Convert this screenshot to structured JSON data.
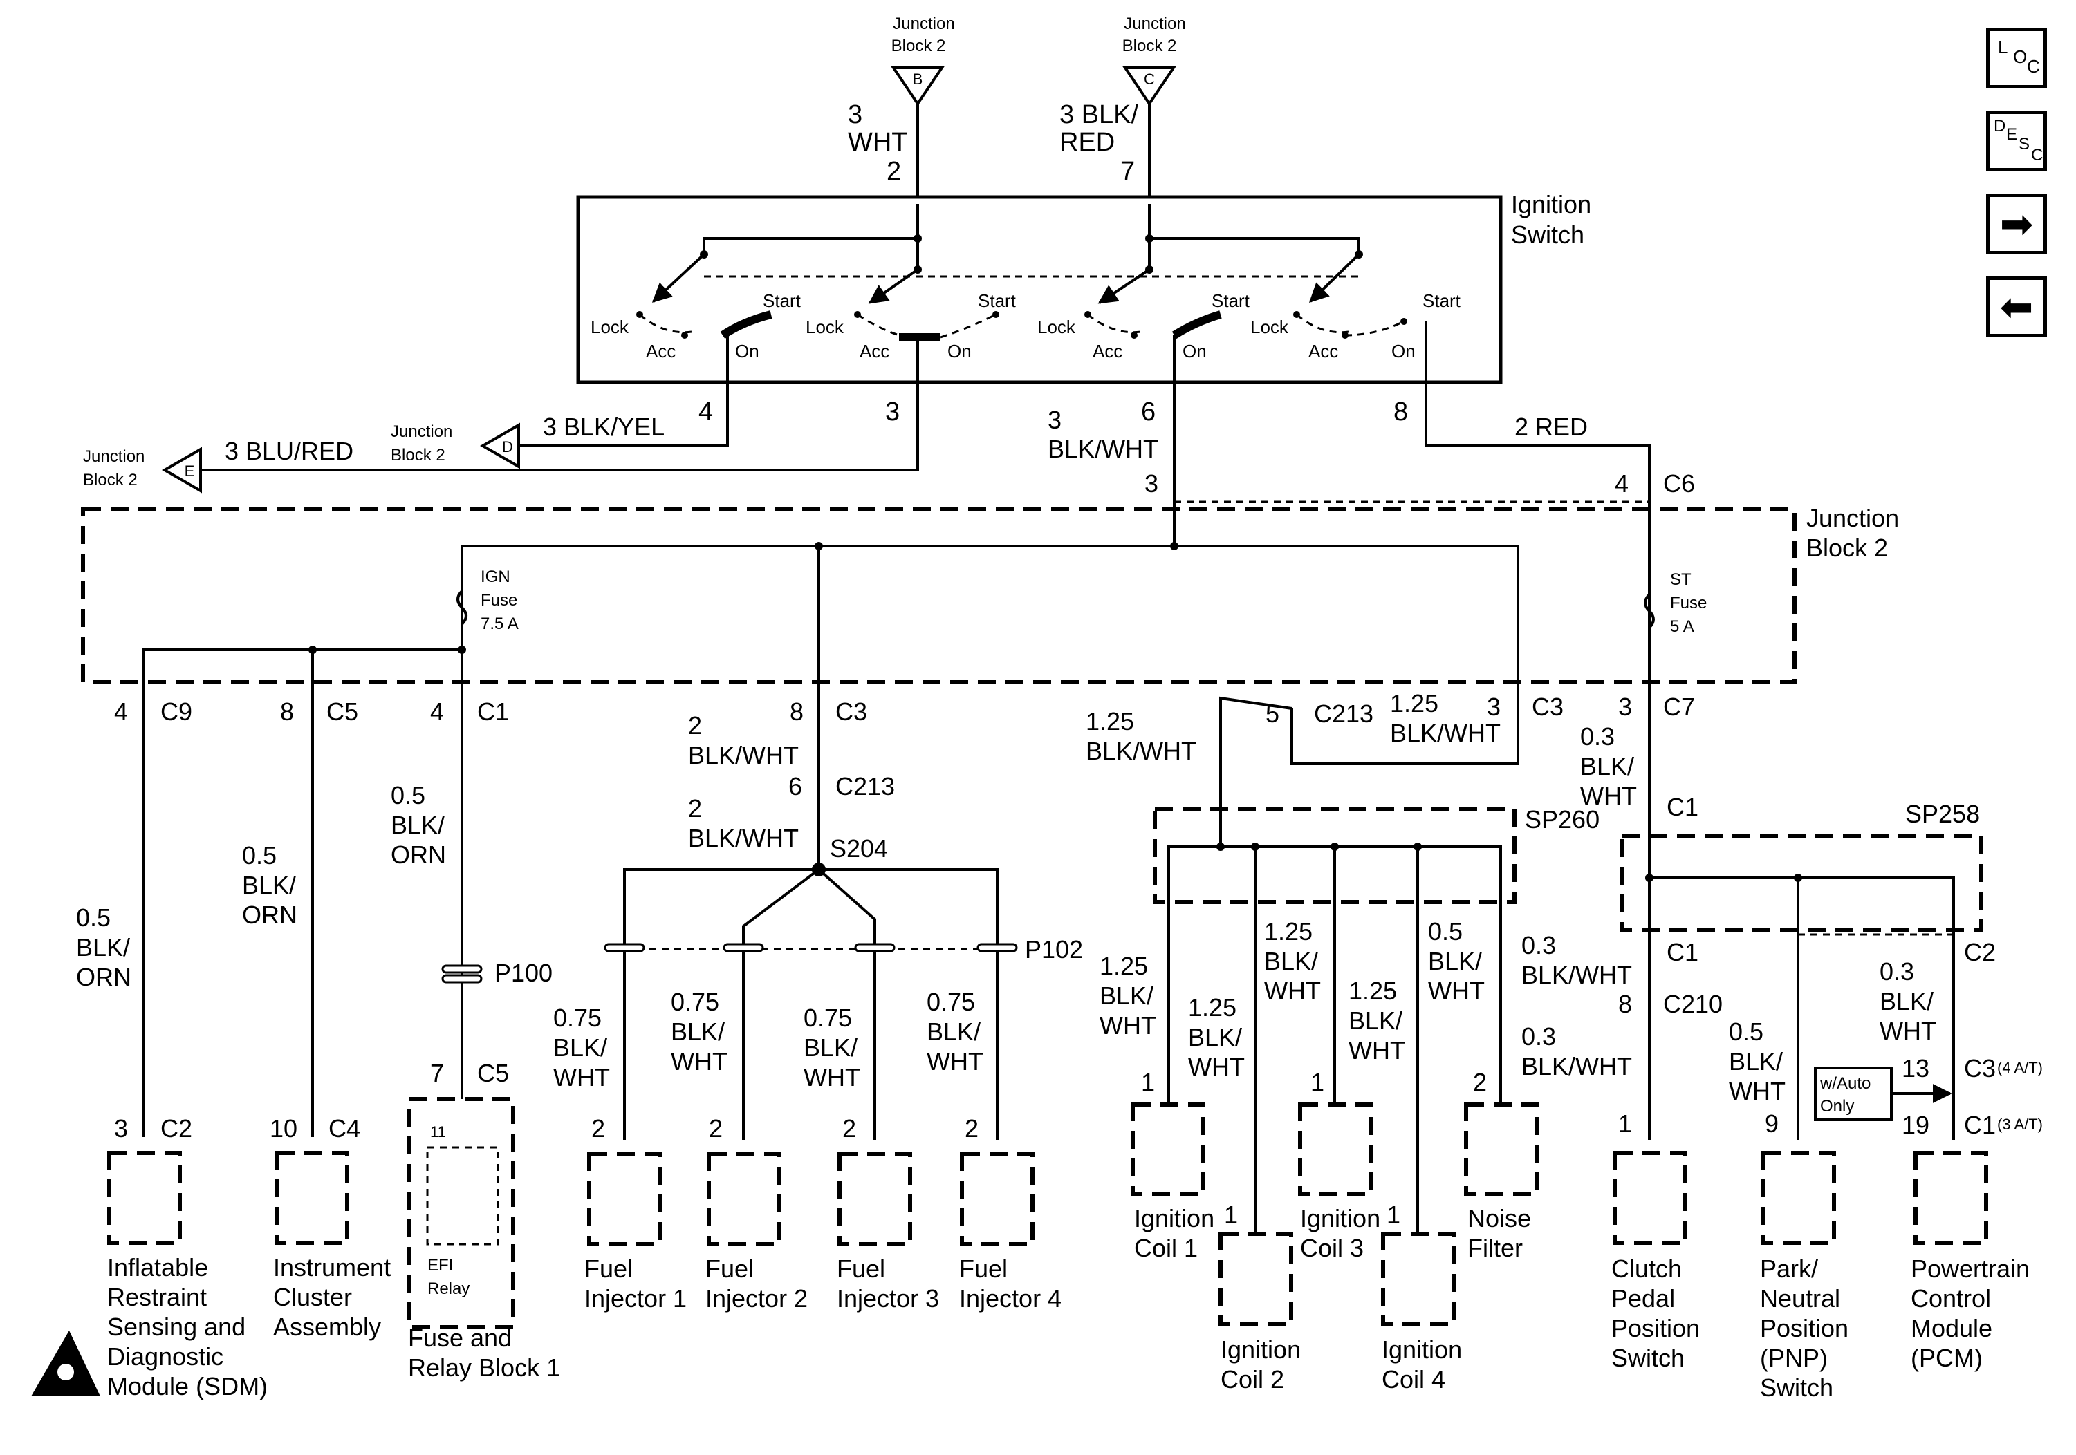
{
  "nav": {
    "loc": [
      "L",
      "O",
      "C"
    ],
    "desc": [
      "D",
      "E",
      "S",
      "C"
    ],
    "next": "➡",
    "prev": "⬅"
  },
  "labels": {
    "jb2": "Junction",
    "jb2b": "Block 2",
    "conn_b": "B",
    "conn_c": "C",
    "conn_d": "D",
    "conn_e": "E",
    "wire_3": "3",
    "wht": "WHT",
    "pin_2": "2",
    "blk_red_1": "3 BLK/",
    "blk_red_2": "RED",
    "pin_7": "7",
    "ign_switch_1": "Ignition",
    "ign_switch_2": "Switch",
    "lock": "Lock",
    "acc": "Acc",
    "on": "On",
    "start": "Start",
    "pin_4": "4",
    "pin_3": "3",
    "pin_6": "6",
    "pin_8": "8",
    "blk_yel": "3 BLK/YEL",
    "blu_red": "3 BLU/RED",
    "blk_wht_3a": "3",
    "blk_wht_3b": "BLK/WHT",
    "red_2": "2 RED",
    "c6": "C6",
    "jb2_title_1": "Junction",
    "jb2_title_2": "Block 2",
    "ign_fuse_1": "IGN",
    "ign_fuse_2": "Fuse",
    "ign_fuse_3": "7.5 A",
    "st_fuse_1": "ST",
    "st_fuse_2": "Fuse",
    "st_fuse_3": "5 A",
    "c9": "C9",
    "c5": "C5",
    "c1": "C1",
    "c3": "C3",
    "c7": "C7",
    "c213": "C213",
    "c2": "C2",
    "c4": "C4",
    "c210": "C210",
    "pin_5": "5",
    "pin_1": "1",
    "pin_9": "9",
    "pin_10": "10",
    "pin_11": "11",
    "pin_13": "13",
    "pin_19": "19",
    "w05": "0.5",
    "blk_": "BLK/",
    "orn": "ORN",
    "w2": "2",
    "blk_wht": "BLK/WHT",
    "w125": "1.25",
    "w03": "0.3",
    "w075": "0.75",
    "wht2": "WHT",
    "s204": "S204",
    "p100": "P100",
    "p102": "P102",
    "sp260": "SP260",
    "sp258": "SP258",
    "c3_4at": "C3",
    "c3_4at_sub": "(4 A/T)",
    "c1_3at": "C1",
    "c1_3at_sub": "(3 A/T)",
    "w_auto_1": "w/Auto",
    "w_auto_2": "Only",
    "efi_1": "EFI",
    "efi_2": "Relay"
  },
  "components": {
    "sdm": [
      "Inflatable",
      "Restraint",
      "Sensing and",
      "Diagnostic",
      "Module (SDM)"
    ],
    "cluster": [
      "Instrument",
      "Cluster",
      "Assembly"
    ],
    "fuse_relay": [
      "Fuse and",
      "Relay Block 1"
    ],
    "inj1": [
      "Fuel",
      "Injector 1"
    ],
    "inj2": [
      "Fuel",
      "Injector 2"
    ],
    "inj3": [
      "Fuel",
      "Injector 3"
    ],
    "inj4": [
      "Fuel",
      "Injector 4"
    ],
    "coil1": [
      "Ignition",
      "Coil 1"
    ],
    "coil2": [
      "Ignition",
      "Coil 2"
    ],
    "coil3": [
      "Ignition",
      "Coil 3"
    ],
    "coil4": [
      "Ignition",
      "Coil 4"
    ],
    "noise": [
      "Noise",
      "Filter"
    ],
    "clutch": [
      "Clutch",
      "Pedal",
      "Position",
      "Switch"
    ],
    "pnp": [
      "Park/",
      "Neutral",
      "Position",
      "(PNP)",
      "Switch"
    ],
    "pcm": [
      "Powertrain",
      "Control",
      "Module",
      "(PCM)"
    ]
  }
}
